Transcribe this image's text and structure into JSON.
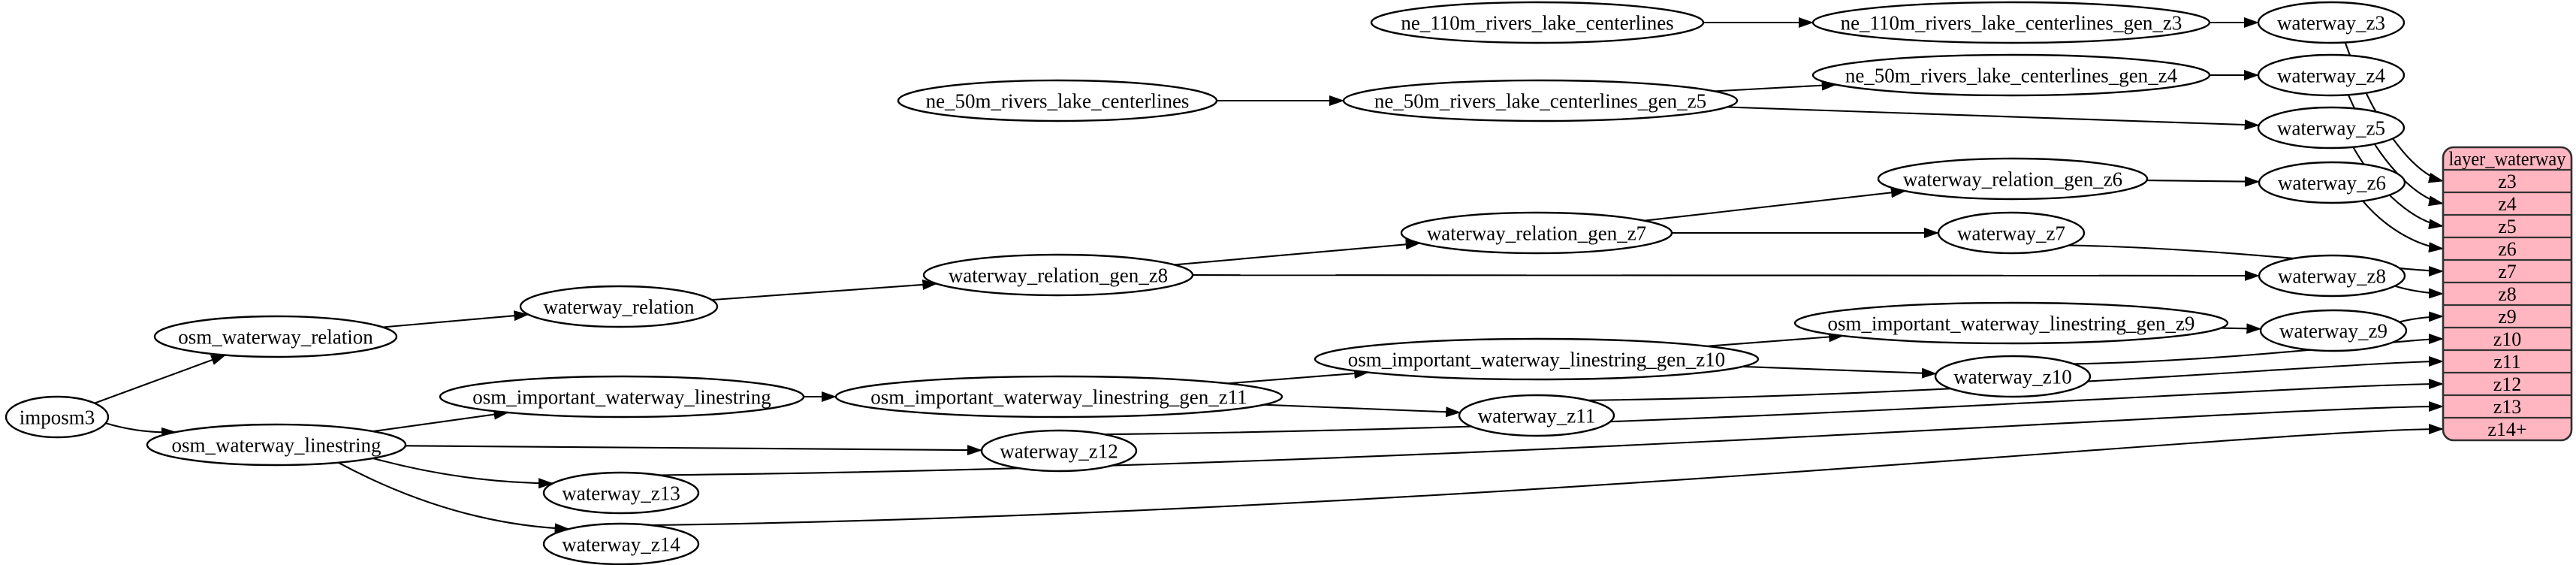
{
  "diagram": {
    "background": "#ffffff",
    "colors": {
      "node_fill": "#ffffff",
      "node_stroke": "#000000",
      "node_text": "#000000",
      "edge": "#000000",
      "table_fill": "#ffb6c1",
      "table_stroke": "#2f2f2f",
      "table_divider": "#333333",
      "table_text": "#000000"
    },
    "nodes": [
      {
        "id": "imposm3",
        "label": "imposm3"
      },
      {
        "id": "osm_waterway_relation",
        "label": "osm_waterway_relation"
      },
      {
        "id": "osm_waterway_linestring",
        "label": "osm_waterway_linestring"
      },
      {
        "id": "waterway_relation",
        "label": "waterway_relation"
      },
      {
        "id": "waterway_relation_gen_z8",
        "label": "waterway_relation_gen_z8"
      },
      {
        "id": "waterway_relation_gen_z7",
        "label": "waterway_relation_gen_z7"
      },
      {
        "id": "waterway_relation_gen_z6",
        "label": "waterway_relation_gen_z6"
      },
      {
        "id": "osm_important_waterway_linestring",
        "label": "osm_important_waterway_linestring"
      },
      {
        "id": "osm_important_waterway_linestring_gen_z11",
        "label": "osm_important_waterway_linestring_gen_z11"
      },
      {
        "id": "osm_important_waterway_linestring_gen_z10",
        "label": "osm_important_waterway_linestring_gen_z10"
      },
      {
        "id": "osm_important_waterway_linestring_gen_z9",
        "label": "osm_important_waterway_linestring_gen_z9"
      },
      {
        "id": "ne_110m_rivers_lake_centerlines",
        "label": "ne_110m_rivers_lake_centerlines"
      },
      {
        "id": "ne_110m_rivers_lake_centerlines_gen_z3",
        "label": "ne_110m_rivers_lake_centerlines_gen_z3"
      },
      {
        "id": "ne_50m_rivers_lake_centerlines",
        "label": "ne_50m_rivers_lake_centerlines"
      },
      {
        "id": "ne_50m_rivers_lake_centerlines_gen_z4",
        "label": "ne_50m_rivers_lake_centerlines_gen_z4"
      },
      {
        "id": "ne_50m_rivers_lake_centerlines_gen_z5",
        "label": "ne_50m_rivers_lake_centerlines_gen_z5"
      },
      {
        "id": "waterway_z3",
        "label": "waterway_z3"
      },
      {
        "id": "waterway_z4",
        "label": "waterway_z4"
      },
      {
        "id": "waterway_z5",
        "label": "waterway_z5"
      },
      {
        "id": "waterway_z6",
        "label": "waterway_z6"
      },
      {
        "id": "waterway_z7",
        "label": "waterway_z7"
      },
      {
        "id": "waterway_z8",
        "label": "waterway_z8"
      },
      {
        "id": "waterway_z9",
        "label": "waterway_z9"
      },
      {
        "id": "waterway_z10",
        "label": "waterway_z10"
      },
      {
        "id": "waterway_z11",
        "label": "waterway_z11"
      },
      {
        "id": "waterway_z12",
        "label": "waterway_z12"
      },
      {
        "id": "waterway_z13",
        "label": "waterway_z13"
      },
      {
        "id": "waterway_z14",
        "label": "waterway_z14"
      }
    ],
    "edges": [
      {
        "from": "imposm3",
        "to": "osm_waterway_relation"
      },
      {
        "from": "imposm3",
        "to": "osm_waterway_linestring"
      },
      {
        "from": "osm_waterway_relation",
        "to": "waterway_relation"
      },
      {
        "from": "waterway_relation",
        "to": "waterway_relation_gen_z8"
      },
      {
        "from": "waterway_relation_gen_z8",
        "to": "waterway_relation_gen_z7"
      },
      {
        "from": "waterway_relation_gen_z8",
        "to": "waterway_z8"
      },
      {
        "from": "waterway_relation_gen_z7",
        "to": "waterway_relation_gen_z6"
      },
      {
        "from": "waterway_relation_gen_z7",
        "to": "waterway_z7"
      },
      {
        "from": "waterway_relation_gen_z6",
        "to": "waterway_z6"
      },
      {
        "from": "osm_waterway_linestring",
        "to": "osm_important_waterway_linestring"
      },
      {
        "from": "osm_waterway_linestring",
        "to": "waterway_z12"
      },
      {
        "from": "osm_waterway_linestring",
        "to": "waterway_z13"
      },
      {
        "from": "osm_waterway_linestring",
        "to": "waterway_z14"
      },
      {
        "from": "osm_important_waterway_linestring",
        "to": "osm_important_waterway_linestring_gen_z11"
      },
      {
        "from": "osm_important_waterway_linestring_gen_z11",
        "to": "osm_important_waterway_linestring_gen_z10"
      },
      {
        "from": "osm_important_waterway_linestring_gen_z11",
        "to": "waterway_z11"
      },
      {
        "from": "osm_important_waterway_linestring_gen_z10",
        "to": "osm_important_waterway_linestring_gen_z9"
      },
      {
        "from": "osm_important_waterway_linestring_gen_z10",
        "to": "waterway_z10"
      },
      {
        "from": "osm_important_waterway_linestring_gen_z9",
        "to": "waterway_z9"
      },
      {
        "from": "ne_110m_rivers_lake_centerlines",
        "to": "ne_110m_rivers_lake_centerlines_gen_z3"
      },
      {
        "from": "ne_110m_rivers_lake_centerlines_gen_z3",
        "to": "waterway_z3"
      },
      {
        "from": "ne_50m_rivers_lake_centerlines",
        "to": "ne_50m_rivers_lake_centerlines_gen_z5"
      },
      {
        "from": "ne_50m_rivers_lake_centerlines_gen_z5",
        "to": "ne_50m_rivers_lake_centerlines_gen_z4"
      },
      {
        "from": "ne_50m_rivers_lake_centerlines_gen_z5",
        "to": "waterway_z5"
      },
      {
        "from": "ne_50m_rivers_lake_centerlines_gen_z4",
        "to": "waterway_z4"
      }
    ],
    "table": {
      "id": "layer_waterway",
      "title": "layer_waterway",
      "rows": [
        "z3",
        "z4",
        "z5",
        "z6",
        "z7",
        "z8",
        "z9",
        "z10",
        "z11",
        "z12",
        "z13",
        "z14+"
      ]
    },
    "table_edges": [
      {
        "from": "waterway_z3",
        "to_row": "z3"
      },
      {
        "from": "waterway_z4",
        "to_row": "z4"
      },
      {
        "from": "waterway_z5",
        "to_row": "z5"
      },
      {
        "from": "waterway_z6",
        "to_row": "z6"
      },
      {
        "from": "waterway_z7",
        "to_row": "z7"
      },
      {
        "from": "waterway_z8",
        "to_row": "z8"
      },
      {
        "from": "waterway_z9",
        "to_row": "z9"
      },
      {
        "from": "waterway_z10",
        "to_row": "z10"
      },
      {
        "from": "waterway_z11",
        "to_row": "z11"
      },
      {
        "from": "waterway_z12",
        "to_row": "z12"
      },
      {
        "from": "waterway_z13",
        "to_row": "z13"
      },
      {
        "from": "waterway_z14",
        "to_row": "z14+"
      }
    ]
  }
}
